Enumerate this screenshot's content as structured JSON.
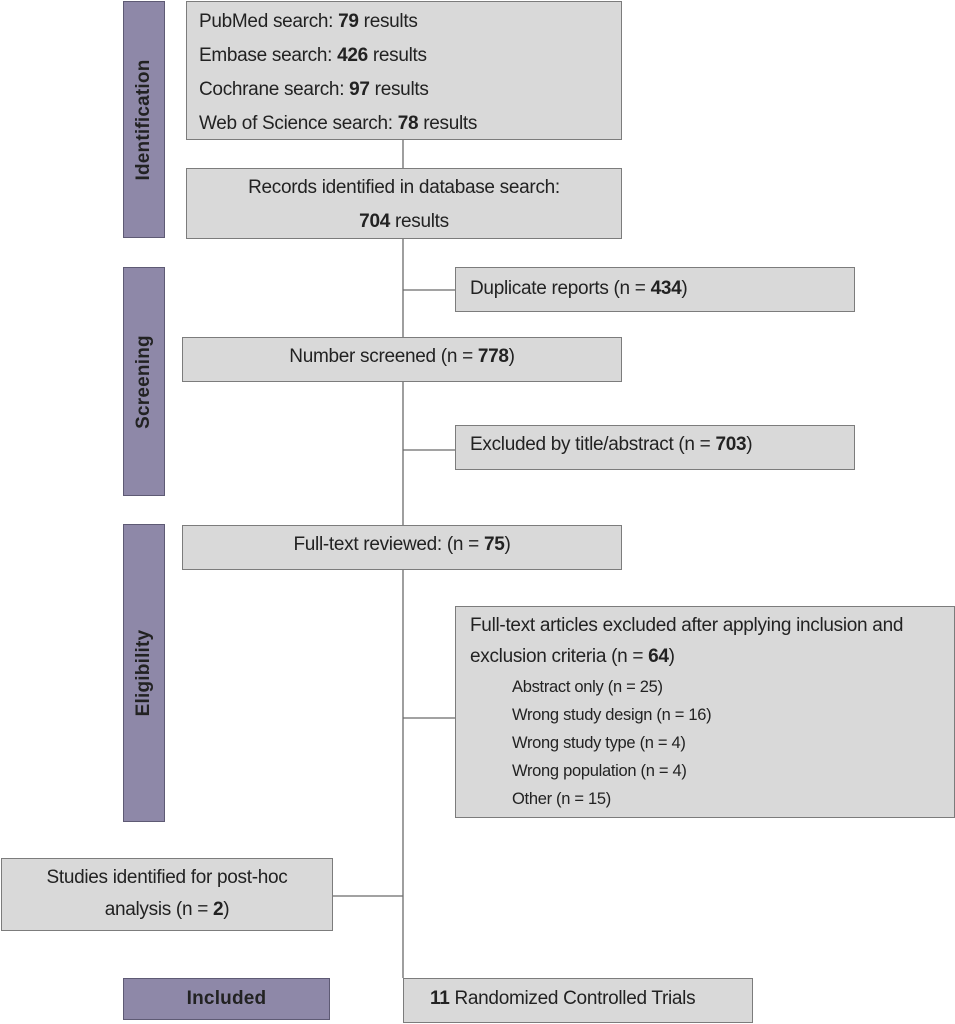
{
  "phases": {
    "identification": "Identification",
    "screening": "Screening",
    "eligibility": "Eligibility",
    "included": "Included"
  },
  "search": [
    {
      "prefix": "PubMed search: ",
      "count": "79",
      "suffix": " results"
    },
    {
      "prefix": "Embase search: ",
      "count": "426",
      "suffix": " results"
    },
    {
      "prefix": "Cochrane search: ",
      "count": "97",
      "suffix": " results"
    },
    {
      "prefix": "Web of Science search: ",
      "count": "78",
      "suffix": " results"
    }
  ],
  "records": {
    "line1": "Records identified in database search:",
    "count": "704",
    "suffix": " results"
  },
  "duplicates": {
    "prefix": "Duplicate reports (n = ",
    "count": "434",
    "suffix": ")"
  },
  "screened": {
    "prefix": "Number screened (n = ",
    "count": "778",
    "suffix": ")"
  },
  "excluded_title": {
    "prefix": "Excluded by title/abstract (n = ",
    "count": "703",
    "suffix": ")"
  },
  "fulltext": {
    "prefix": "Full-text reviewed: (n = ",
    "count": "75",
    "suffix": ")"
  },
  "fulltext_excluded": {
    "line1": "Full-text articles excluded after applying inclusion and",
    "line2_prefix": "exclusion criteria (n = ",
    "count": "64",
    "line2_suffix": ")",
    "reasons": [
      "Abstract only (n = 25)",
      "Wrong study design (n = 16)",
      "Wrong study type (n = 4)",
      "Wrong population (n = 4)",
      "Other (n = 15)"
    ]
  },
  "posthoc": {
    "line1": "Studies identified for post-hoc",
    "line2_prefix": "analysis (n = ",
    "count": "2",
    "line2_suffix": ")"
  },
  "included": {
    "count": "11",
    "suffix": " Randomized Controlled Trials"
  }
}
